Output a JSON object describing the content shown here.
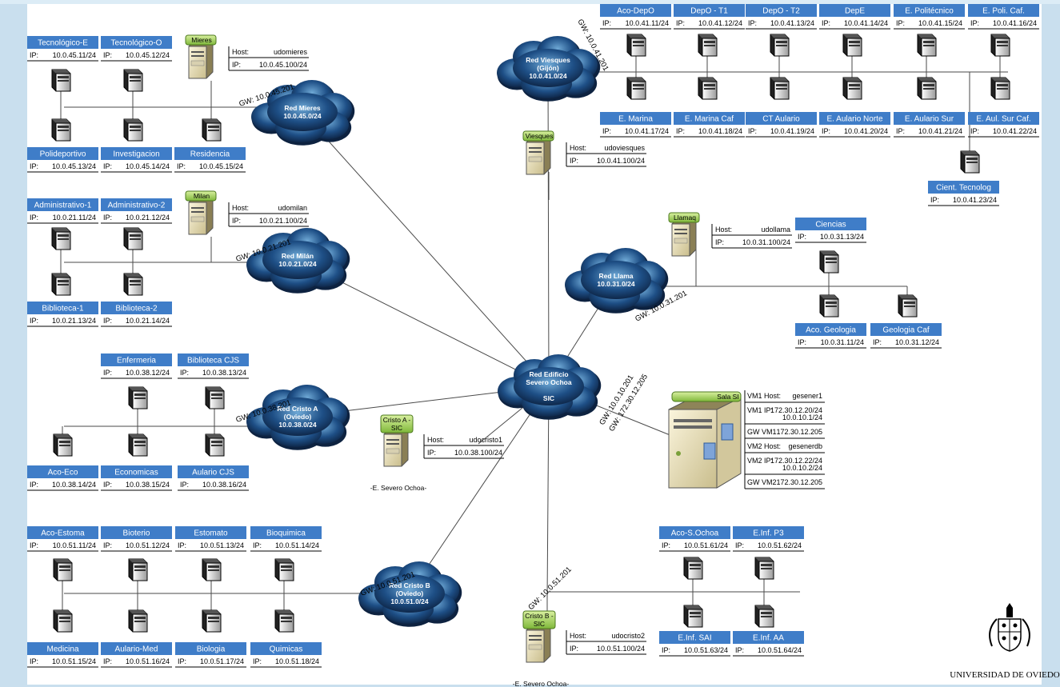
{
  "networks": [
    {
      "id": "mieres",
      "lines": [
        "Red Mieres",
        "10.0.45.0/24"
      ]
    },
    {
      "id": "milan",
      "lines": [
        "Red Milán",
        "10.0.21.0/24"
      ]
    },
    {
      "id": "cristoa",
      "lines": [
        "Red Cristo A",
        "(Oviedo)",
        "10.0.38.0/24"
      ]
    },
    {
      "id": "cristob",
      "lines": [
        "Red Cristo B",
        "(Oviedo)",
        "10.0.51.0/24"
      ]
    },
    {
      "id": "viesques",
      "lines": [
        "Red Viesques",
        "(Gijón)",
        "10.0.41.0/24"
      ]
    },
    {
      "id": "llama",
      "lines": [
        "Red Llama",
        "10.0.31.0/24"
      ]
    },
    {
      "id": "sic",
      "lines": [
        "Red Edificio",
        "Severo Ochoa",
        "",
        "SIC"
      ]
    }
  ],
  "gateways": [
    "GW: 10.0.45.201",
    "GW: 10.0.21.201",
    "GW: 10.0.38.201",
    "GW: 10.0.51.201",
    "GW: 10.0.41.201",
    "GW: 10.0.31.201",
    "GW: 10.0.10.201",
    "GW: 172.30.12.205",
    "GW: 10.0.51.201"
  ],
  "servers": [
    {
      "id": "mieres",
      "label": "Mieres",
      "host": "udomieres",
      "ip": "10.0.45.100/24"
    },
    {
      "id": "milan",
      "label": "Milan",
      "host": "udomilan",
      "ip": "10.0.21.100/24"
    },
    {
      "id": "viesques",
      "label": "Viesques",
      "host": "udoviesques",
      "ip": "10.0.41.100/24"
    },
    {
      "id": "llamaq",
      "label": "Llamaq",
      "host": "udollama",
      "ip": "10.0.31.100/24"
    },
    {
      "id": "cristoa",
      "label": "Cristo A - SIC",
      "host": "udocristo1",
      "ip": "10.0.38.100/24",
      "sub": "-E. Severo Ochoa-"
    },
    {
      "id": "cristob",
      "label": "Cristo B - SIC",
      "host": "udocristo2",
      "ip": "10.0.51.100/24",
      "sub": "-E. Severo Ochoa-"
    }
  ],
  "labels": {
    "host": "Host:",
    "ip": "IP:"
  },
  "sala": {
    "label": "Sala SI",
    "rows": [
      [
        "VM1 Host:",
        "gesener1"
      ],
      [
        "VM1 IP:",
        "172.30.12.20/24",
        "10.0.10.1/24"
      ],
      [
        "GW VM1",
        "172.30.12.205"
      ],
      [
        "VM2 Host:",
        "gesenerdb"
      ],
      [
        "VM2 IP:",
        "172.30.12.22/24",
        "10.0.10.2/24"
      ],
      [
        "GW VM2",
        "172.30.12.205"
      ]
    ]
  },
  "labs": [
    {
      "name": "Tecnológico-E",
      "ip": "10.0.45.11/24"
    },
    {
      "name": "Tecnológico-O",
      "ip": "10.0.45.12/24"
    },
    {
      "name": "Polideportivo",
      "ip": "10.0.45.13/24"
    },
    {
      "name": "Investigacion",
      "ip": "10.0.45.14/24"
    },
    {
      "name": "Residencia",
      "ip": "10.0.45.15/24"
    },
    {
      "name": "Administrativo-1",
      "ip": "10.0.21.11/24"
    },
    {
      "name": "Administrativo-2",
      "ip": "10.0.21.12/24"
    },
    {
      "name": "Biblioteca-1",
      "ip": "10.0.21.13/24"
    },
    {
      "name": "Biblioteca-2",
      "ip": "10.0.21.14/24"
    },
    {
      "name": "Enfermeria",
      "ip": "10.0.38.12/24"
    },
    {
      "name": "Biblioteca CJS",
      "ip": "10.0.38.13/24"
    },
    {
      "name": "Aco-Eco",
      "ip": "10.0.38.14/24"
    },
    {
      "name": "Economicas",
      "ip": "10.0.38.15/24"
    },
    {
      "name": "Aulario CJS",
      "ip": "10.0.38.16/24"
    },
    {
      "name": "Aco-Estoma",
      "ip": "10.0.51.11/24"
    },
    {
      "name": "Bioterio",
      "ip": "10.0.51.12/24"
    },
    {
      "name": "Estomato",
      "ip": "10.0.51.13/24"
    },
    {
      "name": "Bioquimica",
      "ip": "10.0.51.14/24"
    },
    {
      "name": "Medicina",
      "ip": "10.0.51.15/24"
    },
    {
      "name": "Aulario-Med",
      "ip": "10.0.51.16/24"
    },
    {
      "name": "Biologia",
      "ip": "10.0.51.17/24"
    },
    {
      "name": "Quimicas",
      "ip": "10.0.51.18/24"
    },
    {
      "name": "Aco-DepO",
      "ip": "10.0.41.11/24"
    },
    {
      "name": "DepO - T1",
      "ip": "10.0.41.12/24"
    },
    {
      "name": "DepO - T2",
      "ip": "10.0.41.13/24"
    },
    {
      "name": "DepE",
      "ip": "10.0.41.14/24"
    },
    {
      "name": "E. Politécnico",
      "ip": "10.0.41.15/24"
    },
    {
      "name": "E. Poli. Caf.",
      "ip": "10.0.41.16/24"
    },
    {
      "name": "E. Marina",
      "ip": "10.0.41.17/24"
    },
    {
      "name": "E. Marina Caf",
      "ip": "10.0.41.18/24"
    },
    {
      "name": "CT Aulario",
      "ip": "10.0.41.19/24"
    },
    {
      "name": "E. Aulario Norte",
      "ip": "10.0.41.20/24"
    },
    {
      "name": "E. Aulario Sur",
      "ip": "10.0.41.21/24"
    },
    {
      "name": "E. Aul. Sur Caf.",
      "ip": "10.0.41.22/24"
    },
    {
      "name": "Cient. Tecnolog",
      "ip": "10.0.41.23/24"
    },
    {
      "name": "Ciencias",
      "ip": "10.0.31.13/24"
    },
    {
      "name": "Aco. Geologia",
      "ip": "10.0.31.11/24"
    },
    {
      "name": "Geologia Caf",
      "ip": "10.0.31.12/24"
    },
    {
      "name": "Aco-S.Ochoa",
      "ip": "10.0.51.61/24"
    },
    {
      "name": "E.Inf. P3",
      "ip": "10.0.51.62/24"
    },
    {
      "name": "E.Inf. SAI",
      "ip": "10.0.51.63/24"
    },
    {
      "name": "E.Inf. AA",
      "ip": "10.0.51.64/24"
    }
  ],
  "university": {
    "name": "UNIVERSIDAD DE OVIEDO"
  }
}
